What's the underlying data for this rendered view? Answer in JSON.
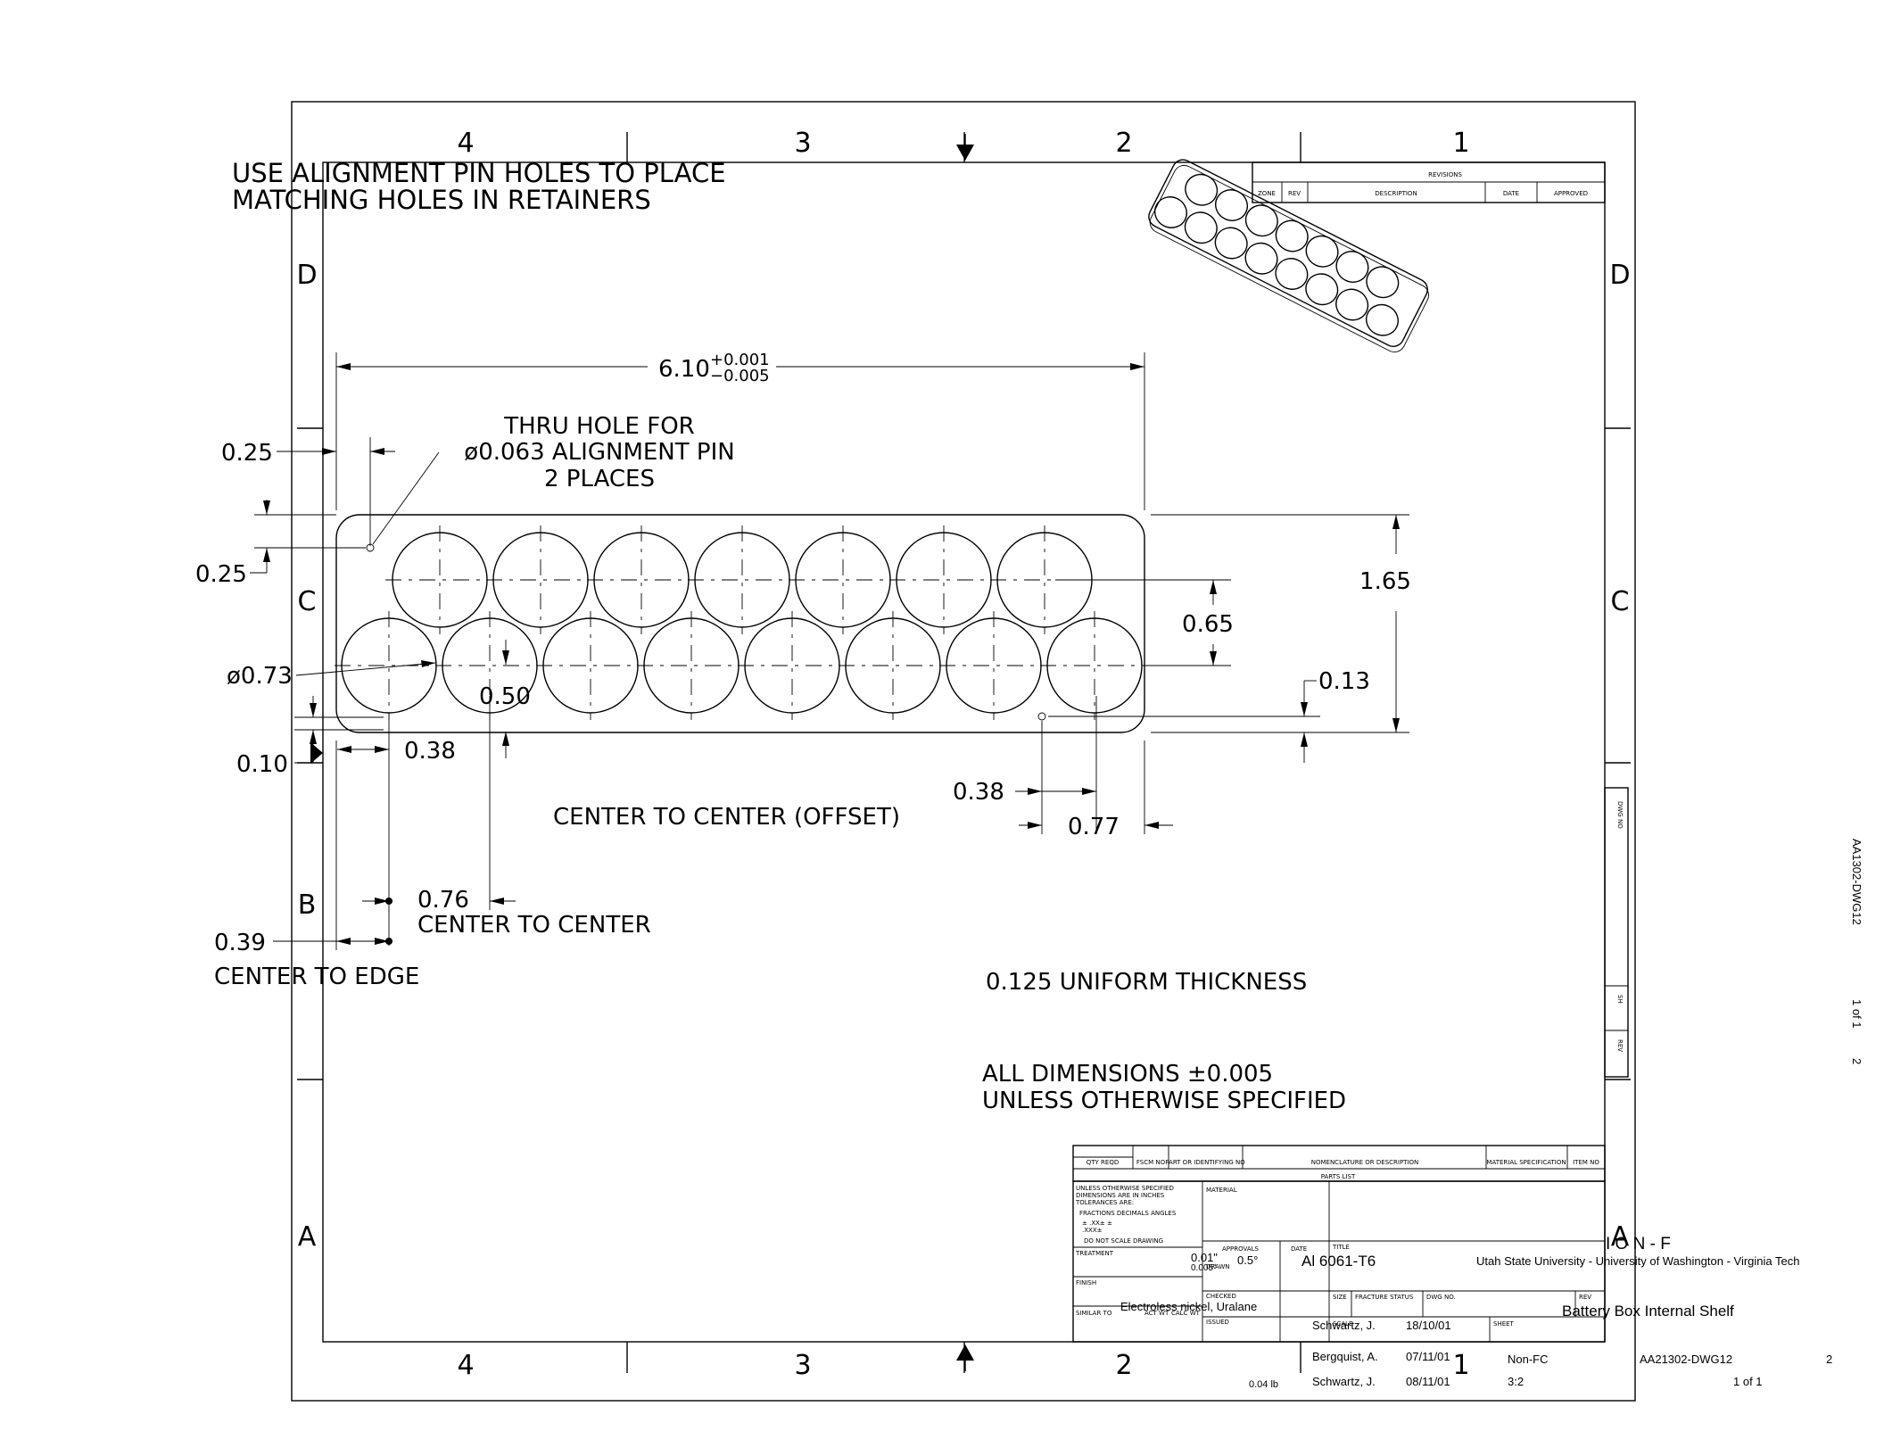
{
  "notes": {
    "alignment_line1": "USE ALIGNMENT PIN HOLES TO PLACE",
    "alignment_line2": "MATCHING HOLES IN RETAINERS",
    "thru_hole_line1": "THRU HOLE FOR",
    "thru_hole_line2": "ø0.063 ALIGNMENT PIN",
    "thru_hole_line3": "2 PLACES",
    "center_offset": "CENTER TO CENTER (OFFSET)",
    "center_to_center": "CENTER TO CENTER",
    "center_to_edge": "CENTER TO EDGE",
    "thickness": "0.125 UNIFORM THICKNESS",
    "tolerance_line1": "ALL DIMENSIONS ±0.005",
    "tolerance_line2": "UNLESS OTHERWISE SPECIFIED"
  },
  "dimensions": {
    "overall_length": "6.10",
    "length_tol_plus": "+0.001",
    "length_tol_minus": "−0.005",
    "pin_x": "0.25",
    "pin_y": "0.25",
    "hole_dia": "ø0.73",
    "offset_050": "0.50",
    "d010": "0.10",
    "d038_left": "0.38",
    "d165": "1.65",
    "d065": "0.65",
    "d013": "0.13",
    "d038_right": "0.38",
    "d077": "0.77",
    "d076": "0.76",
    "d039": "0.39"
  },
  "zones": {
    "columns": [
      "4",
      "3",
      "2",
      "1"
    ],
    "rows": [
      "D",
      "C",
      "B",
      "A"
    ]
  },
  "revisions": {
    "title": "REVISIONS",
    "columns": [
      "ZONE",
      "REV",
      "DESCRIPTION",
      "DATE",
      "APPROVED"
    ]
  },
  "side_block": {
    "dwg_no": "DWG NO",
    "sh": "SH",
    "rev": "REV",
    "right_dwg": "AA1302-DWG12",
    "right_sheet": "1 of 1",
    "right_rev": "2"
  },
  "parts_list": {
    "columns": [
      "QTY REQD",
      "FSCM NO",
      "PART OR IDENTIFYING NO",
      "NOMENCLATURE OR DESCRIPTION",
      "MATERIAL SPECIFICATION",
      "ITEM NO"
    ],
    "title": "PARTS LIST"
  },
  "title_block": {
    "unless_1": "UNLESS OTHERWISE SPECIFIED",
    "unless_2": "DIMENSIONS ARE IN INCHES",
    "unless_3": "TOLERANCES ARE:",
    "unless_4": "FRACTIONS  DECIMALS  ANGLES",
    "unless_5": "±        .XX±        ±",
    "unless_6": "           .XXX±",
    "unless_7": "DO NOT SCALE DRAWING",
    "material_label": "MATERIAL",
    "treatment_label": "TREATMENT",
    "finish_label": "FINISH",
    "similar_label": "SIMILAR TO",
    "act_wt_label": "ACT WT",
    "calc_wt_label": "CALC WT",
    "approvals_label": "APPROVALS",
    "date_label": "DATE",
    "drawn_label": "DRAWN",
    "checked_label": "CHECKED",
    "issued_label": "ISSUED",
    "title_label": "TITLE",
    "size_label": "SIZE",
    "fracture_label": "FRACTURE STATUS",
    "dwg_no_label": "DWG NO.",
    "rev_label": "REV",
    "scale_label": "SCALE",
    "sheet_label": "SHEET",
    "material": "Al 6061-T6",
    "tol_01": "0.01\"",
    "tol_005": "0.005\"",
    "tol_05": "0.5°",
    "finish": "Electroless nickel, Uralane",
    "university": "Utah State University - University of Washington - Virginia Tech",
    "ion": "I O N - F",
    "title": "Battery Box Internal Shelf",
    "drawn_by": "Schwartz, J.",
    "drawn_date": "18/10/01",
    "checked_by": "Bergquist, A.",
    "checked_date": "07/11/01",
    "issued_by": "Schwartz, J.",
    "issued_date": "08/11/01",
    "fracture": "Non-FC",
    "dwg_no": "AA21302-DWG12",
    "rev": "2",
    "weight": "0.04 lb",
    "scale": "3:2",
    "sheet": "1 of 1",
    "overlap_digit": "1"
  }
}
